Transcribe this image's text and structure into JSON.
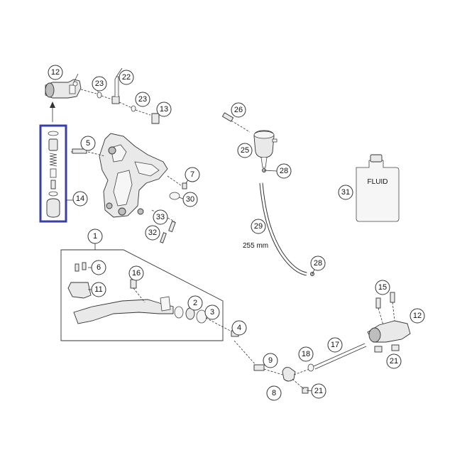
{
  "callouts": {
    "c12a": "12",
    "c23a": "23",
    "c22": "22",
    "c23b": "23",
    "c13": "13",
    "c14": "14",
    "c5": "5",
    "c7": "7",
    "c30": "30",
    "c33": "33",
    "c32": "32",
    "c26": "26",
    "c25": "25",
    "c28a": "28",
    "c29": "29",
    "c28b": "28",
    "c31": "31",
    "c1": "1",
    "c6": "6",
    "c16": "16",
    "c11": "11",
    "c2": "2",
    "c3": "3",
    "c4": "4",
    "c9": "9",
    "c18": "18",
    "c17": "17",
    "c15": "15",
    "c12b": "12",
    "c21a": "21",
    "c8": "8",
    "c21b": "21"
  },
  "labels": {
    "fluid": "FLUID",
    "hose_length": "255 mm"
  },
  "colors": {
    "highlight_box": "#3a3fa8",
    "line": "#333333"
  }
}
